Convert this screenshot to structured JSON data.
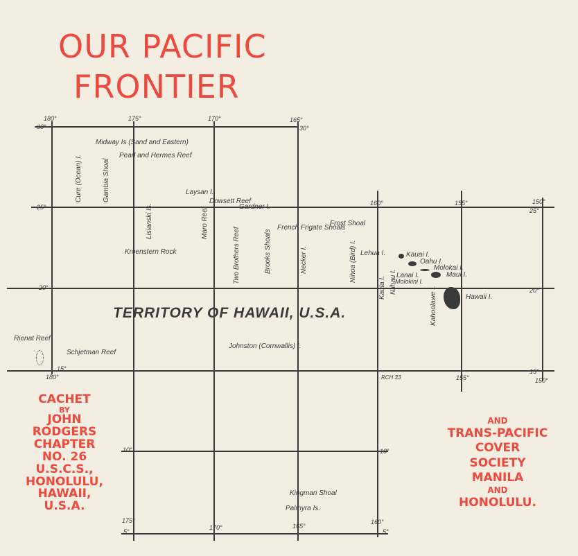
{
  "title": {
    "line1": "OUR PACIFIC",
    "line2": "FRONTIER"
  },
  "left_text": [
    "CACHET",
    "BY",
    "JOHN",
    "RODGERS",
    "CHAPTER",
    "NO. 26",
    "U.S.C.S.,",
    "HONOLULU,",
    "HAWAII,",
    "U.S.A."
  ],
  "right_text": [
    "AND",
    "TRANS-PACIFIC",
    "COVER",
    "SOCIETY",
    "MANILA",
    "AND",
    "HONOLULU."
  ],
  "map": {
    "territory_label": "TERRITORY OF HAWAII, U.S.A.",
    "degree_labels": [
      "180°",
      "175°",
      "170°",
      "165°",
      "30°",
      "30°",
      "25°",
      "160°",
      "155°",
      "150°",
      "25°",
      "20°",
      "20°",
      "15°",
      "180°",
      "RCH 33",
      "155°",
      "15°",
      "150°",
      "10°",
      "10°",
      "175°",
      "5°",
      "170°",
      "165°",
      "160°",
      "5°"
    ],
    "places": [
      "Midway Is (Sand and Eastern)",
      "Pearl and Hermes Reef",
      "Laysan I.",
      "Dowsett Reef",
      "Maro Reef",
      "Gardner I.",
      "Lisianski Is.",
      "Cure (Ocean) I.",
      "Gambia Shoal",
      "Kroenstern Rock",
      "Two Brothers Reef",
      "Brooks Shoals",
      "Necker I.",
      "French Frigate Shoals",
      "Frost Shoal",
      "Nihoa (Bird) I.",
      "Lehua I.",
      "Kauai I.",
      "Oahu I.",
      "Molokai I.",
      "Maui I.",
      "Lanai I.",
      "Molokini I.",
      "Kaula I.",
      "Niihau I.",
      "Kahoolawe I.",
      "Hawaii I.",
      "Johnston (Cornwallis) I.",
      "Rienat Reef",
      "Schjetman Reef",
      "Kingman Shoal",
      "Palmyra Is."
    ]
  }
}
